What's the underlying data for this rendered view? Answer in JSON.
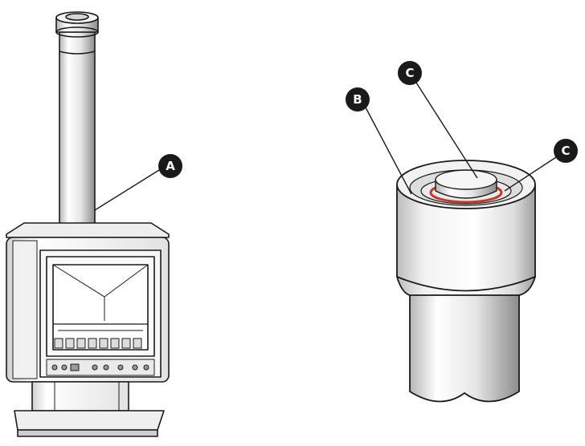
{
  "callouts": {
    "a": "A",
    "b": "B",
    "c_inner": "C",
    "c_outer": "C"
  },
  "colors": {
    "line": "#1a1a1a",
    "callout_fill": "#1a1a1a",
    "seal_ring": "#c0392b",
    "shade_light": "#ffffff",
    "shade_mid": "#d8d8d8",
    "shade_dark": "#9a9a9a"
  }
}
